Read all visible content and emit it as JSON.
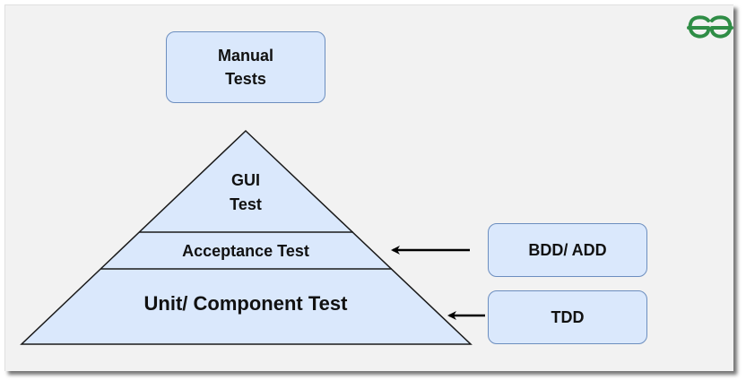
{
  "colors": {
    "canvas_bg": "#f2f2f2",
    "box_fill": "#dae8fc",
    "box_border": "#6c8ebf",
    "pyramid_fill": "#dae8fc",
    "pyramid_stroke": "#1a1a1a",
    "arrow": "#000000",
    "logo_green": "#2f8d46"
  },
  "logo": {
    "text": "GG",
    "icon": "geeksforgeeks-logo"
  },
  "manual_tests": {
    "line1": "Manual",
    "line2": "Tests"
  },
  "pyramid": {
    "top_line1": "GUI",
    "top_line2": "Test",
    "middle": "Acceptance Test",
    "bottom": "Unit/ Component Test"
  },
  "side_boxes": {
    "bdd_add": "BDD/ ADD",
    "tdd": "TDD"
  }
}
